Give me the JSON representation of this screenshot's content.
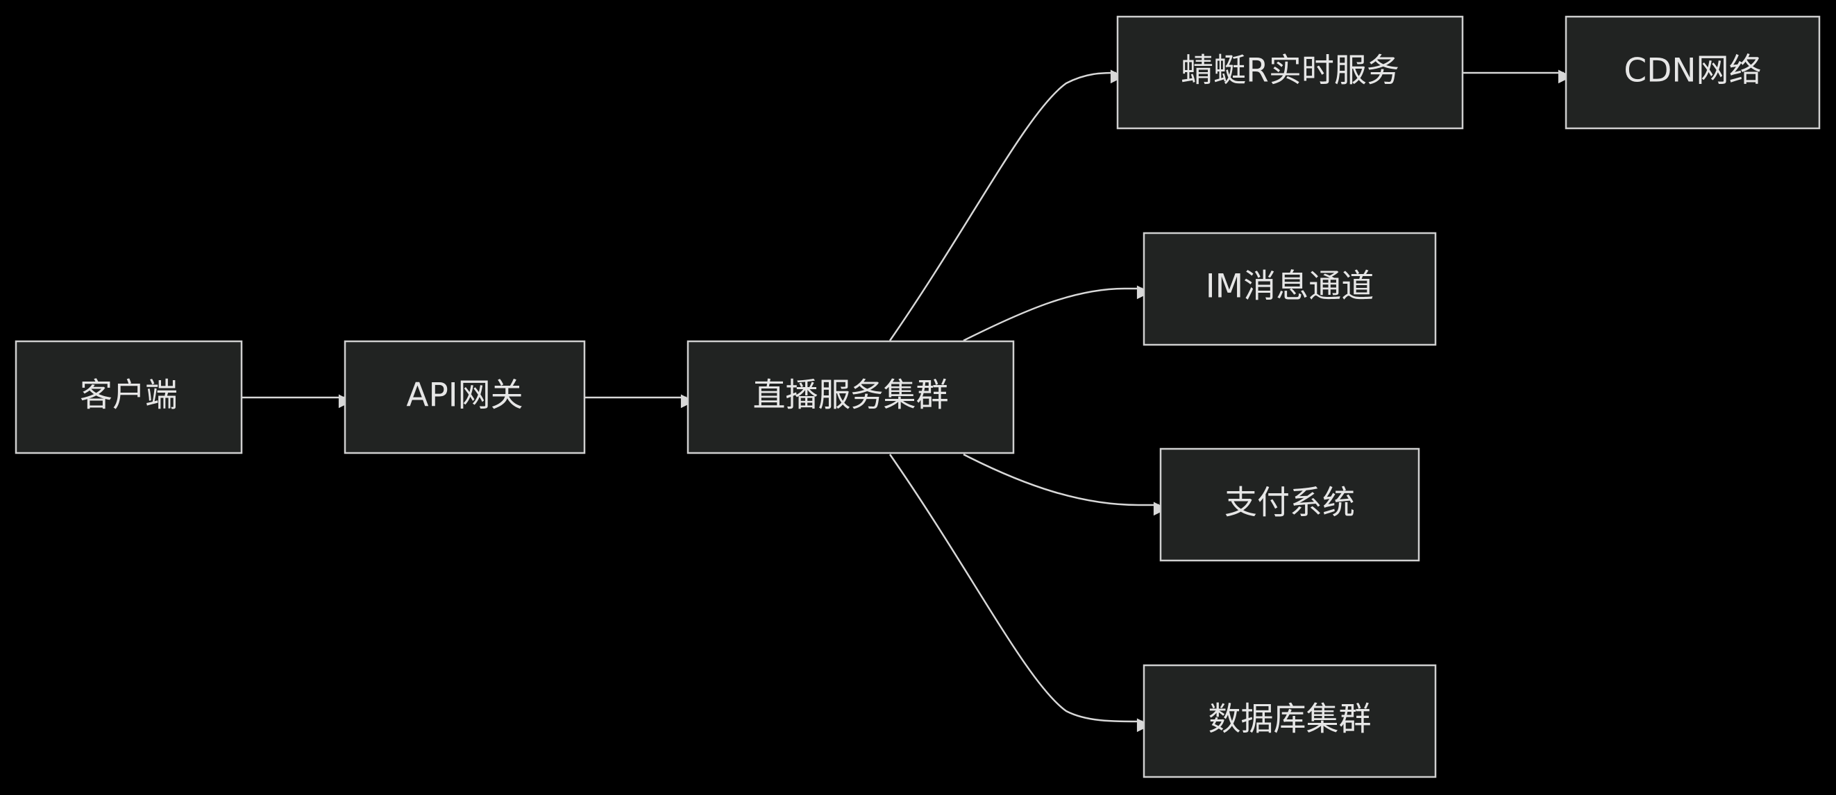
{
  "nodes": {
    "client": "客户端",
    "api_gateway": "API网关",
    "live_cluster": "直播服务集群",
    "dragonfly_rt": "蜻蜓R实时服务",
    "cdn": "CDN网络",
    "im": "IM消息通道",
    "payment": "支付系统",
    "db_cluster": "数据库集群"
  },
  "colors": {
    "background": "#000000",
    "node_fill": "#212322",
    "node_border": "#d0d0d0",
    "text": "#e6e6e6",
    "edge": "#d8d8d8"
  }
}
